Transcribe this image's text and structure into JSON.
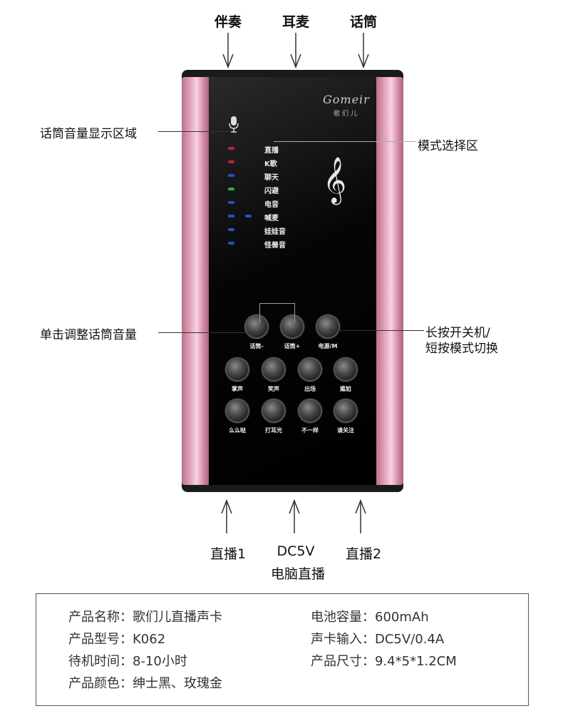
{
  "top_ports": [
    "伴奏",
    "耳麦",
    "话筒"
  ],
  "bottom_ports": [
    "直播1",
    "DC5V",
    "直播2"
  ],
  "bottom_sub": "电脑直播",
  "device": {
    "brand": "Gomeir",
    "brand_cn": "歌们儿",
    "modes": [
      "直播",
      "K歌",
      "聊天",
      "闪避",
      "电音",
      "喊麦",
      "娃娃音",
      "怪兽音"
    ],
    "top_buttons": [
      "话筒-",
      "话筒+",
      "电源/M"
    ],
    "row2_buttons": [
      "掌声",
      "笑声",
      "出场",
      "尴尬"
    ],
    "row3_buttons": [
      "么么哒",
      "打耳光",
      "不一样",
      "请关注"
    ]
  },
  "callouts": {
    "mic_volume_area": "话筒音量显示区域",
    "mode_select": "模式选择区",
    "click_adjust": "单击调整话筒音量",
    "power_1": "长按开关机/",
    "power_2": "短按模式切换"
  },
  "specs": {
    "name": "产品名称：歌们儿直播声卡",
    "model": "产品型号：K062",
    "standby": "待机时间：8-10小时",
    "color": "产品颜色：绅士黑、玫瑰金",
    "battery": "电池容量：600mAh",
    "input": "声卡输入：DC5V/0.4A",
    "size": "产品尺寸：9.4*5*1.2CM"
  },
  "colors": {
    "rail": "#e8a9c2",
    "led_red": "#c0213a",
    "led_green": "#2fae3d",
    "led_blue": "#2b4fc4"
  }
}
